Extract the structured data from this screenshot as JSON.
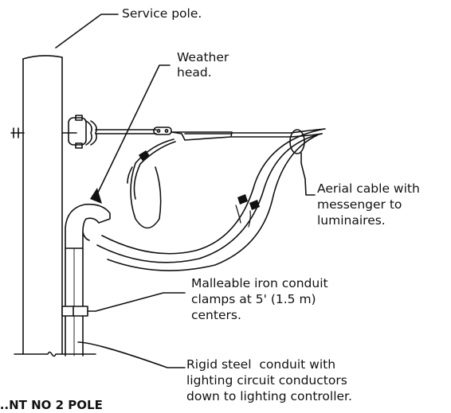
{
  "labels": {
    "service_pole": "Service pole.",
    "weather_head": "Weather\nhead.",
    "aerial_cable": "Aerial cable with\nmessenger to\nluminaires.",
    "clamps": "Malleable iron conduit\nclamps at 5' (1.5 m)\ncenters.",
    "rigid_conduit": "Rigid steel  conduit with\nlighting circuit conductors\ndown to lighting controller.",
    "cut_off_caption": "...NT NO 2 POLE"
  },
  "colors": {
    "ink": "#111111",
    "background": "#ffffff"
  }
}
